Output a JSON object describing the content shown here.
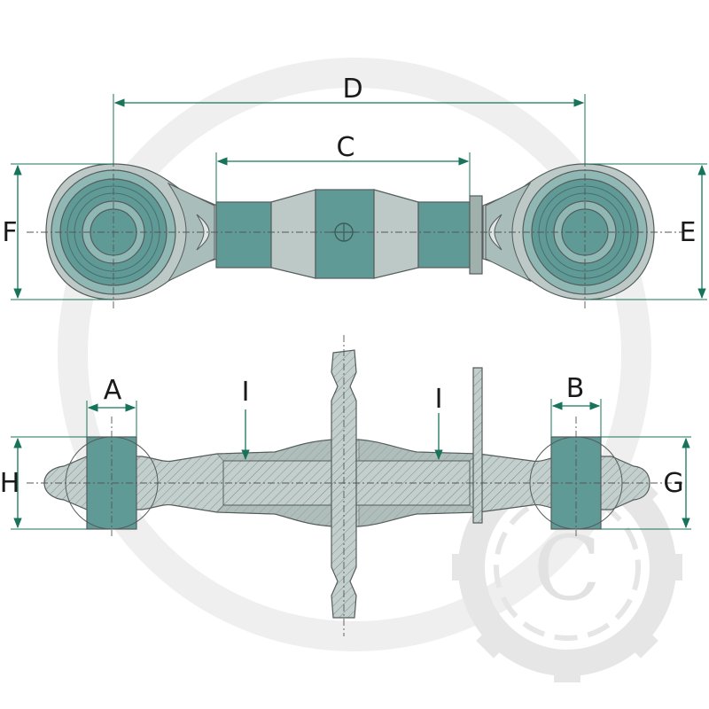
{
  "labels": {
    "A": "A",
    "B": "B",
    "C": "C",
    "D": "D",
    "E": "E",
    "F": "F",
    "G": "G",
    "H": "H",
    "I_left": "I",
    "I_right": "I"
  },
  "watermark": {
    "letter": "C"
  },
  "colors": {
    "dimension_line": "#17735a",
    "part_teal": "#5f9a96",
    "part_grey": "#bcc9c7",
    "watermark": "#e6e6e6"
  }
}
